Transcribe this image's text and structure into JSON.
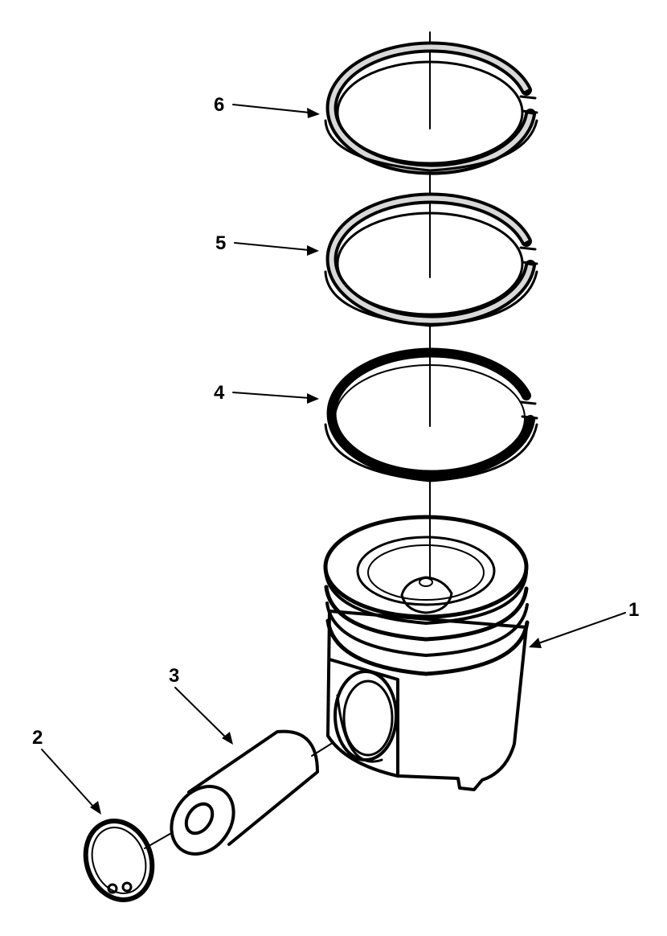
{
  "callouts": [
    {
      "id": "1",
      "label": "1",
      "part": "piston"
    },
    {
      "id": "2",
      "label": "2",
      "part": "retaining-ring"
    },
    {
      "id": "3",
      "label": "3",
      "part": "piston-pin"
    },
    {
      "id": "4",
      "label": "4",
      "part": "ring-bottom"
    },
    {
      "id": "5",
      "label": "5",
      "part": "ring-middle"
    },
    {
      "id": "6",
      "label": "6",
      "part": "ring-top"
    }
  ],
  "colors": {
    "ink": "#000000",
    "paper": "#ffffff",
    "shade": "#d9d9d9"
  }
}
